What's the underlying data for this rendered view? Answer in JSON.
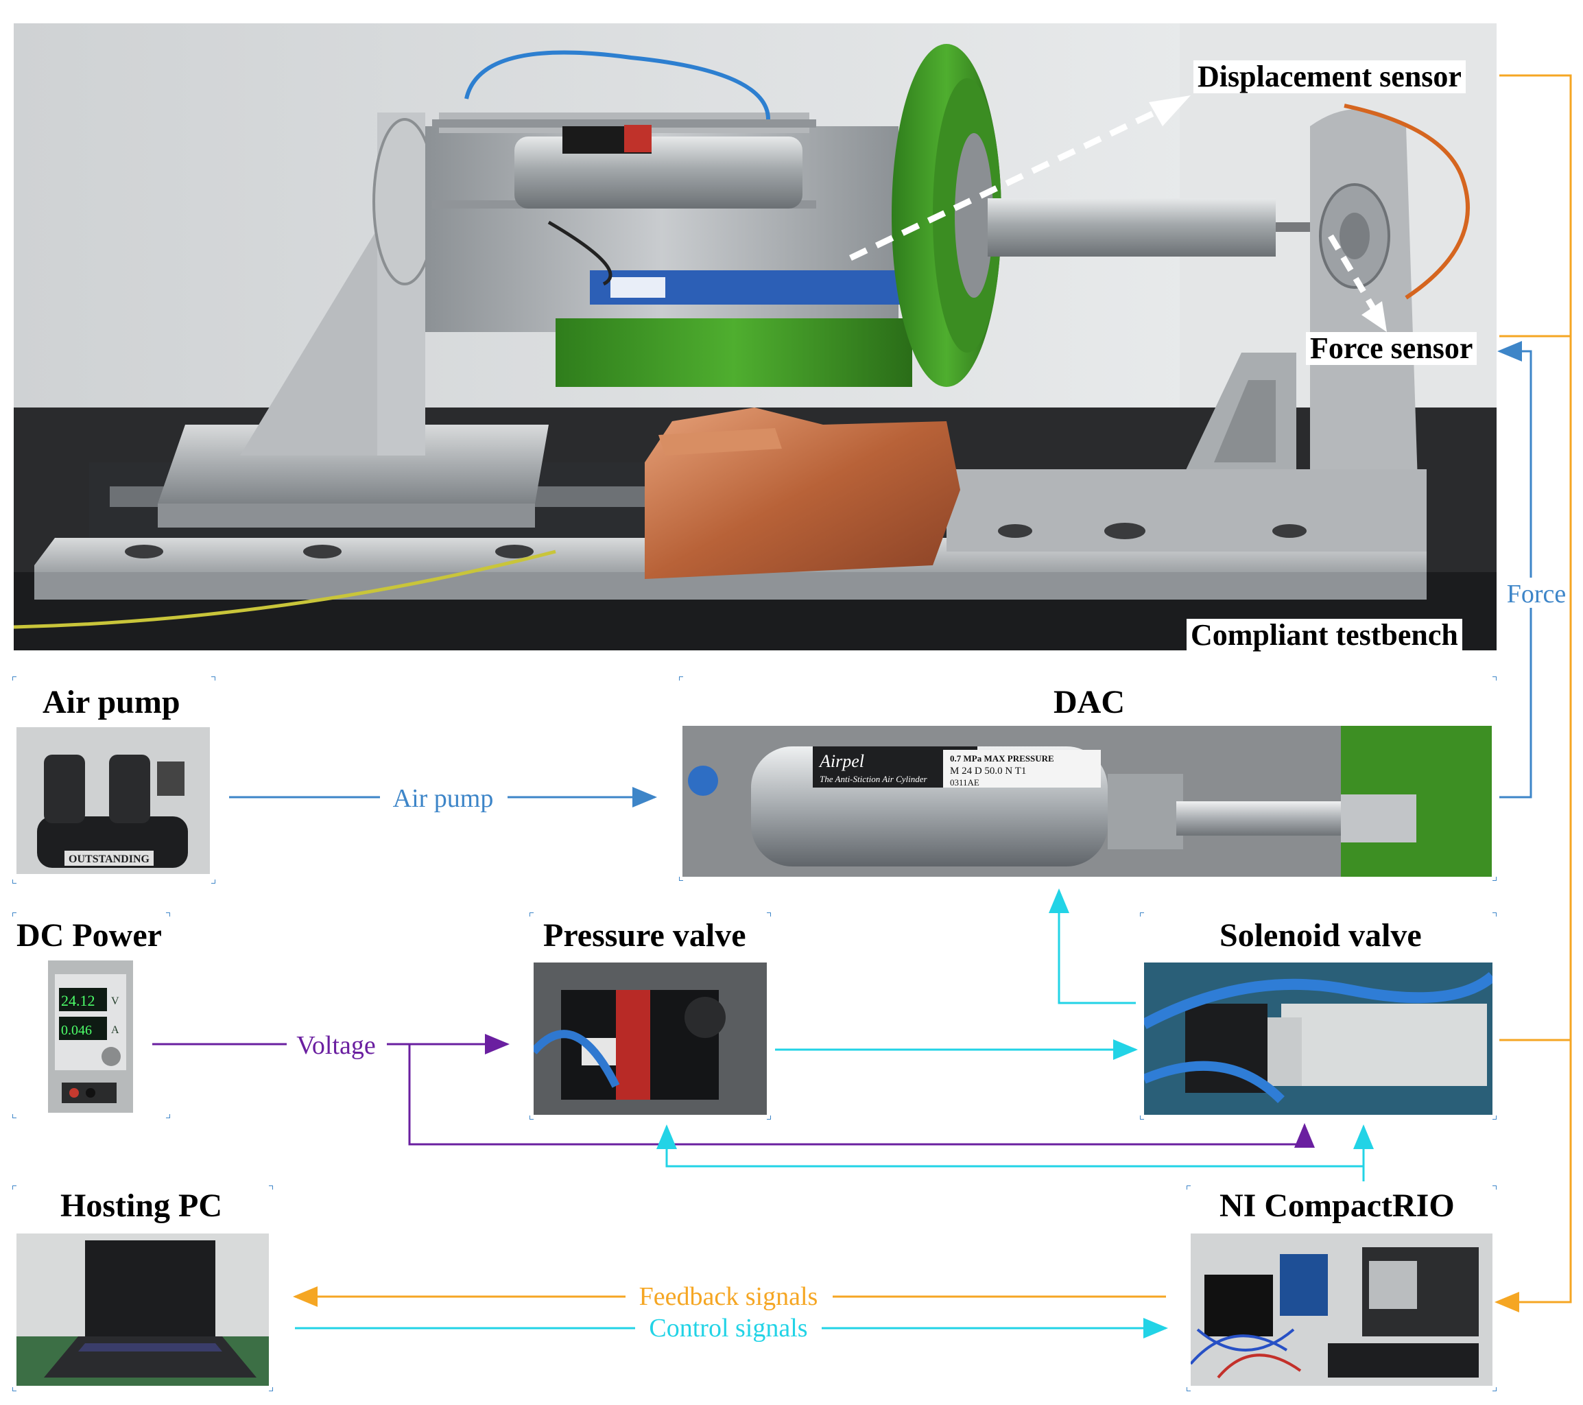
{
  "labels": {
    "displacement_sensor": "Displacement sensor",
    "force_sensor": "Force sensor",
    "compliant_testbench": "Compliant testbench",
    "air_pump": "Air pump",
    "dac": "DAC",
    "dc_power": "DC Power",
    "pressure_valve": "Pressure valve",
    "solenoid_valve": "Solenoid valve",
    "hosting_pc": "Hosting PC",
    "ni_compactrio": "NI CompactRIO"
  },
  "connections": {
    "force": "Force",
    "air_pump": "Air pump",
    "voltage": "Voltage",
    "feedback_signals": "Feedback signals",
    "control_signals": "Control signals"
  },
  "photo_text": {
    "power_supply_voltage": "24.12",
    "power_supply_voltage_unit": "V",
    "power_supply_current": "0.046",
    "power_supply_current_unit": "A",
    "pump_brand": "OUTSTANDING",
    "cylinder_brand": "Airpel",
    "cylinder_tagline": "The Anti-Stiction Air Cylinder",
    "cylinder_spec_1": "0.7 MPa MAX PRESSURE",
    "cylinder_spec_2": "M 24 D 50.0 N T1",
    "cylinder_spec_3": "0311AE"
  },
  "colors": {
    "air": "#3d85c8",
    "voltage": "#6a1fa0",
    "control": "#22d3e6",
    "feedback": "#f5a623"
  }
}
